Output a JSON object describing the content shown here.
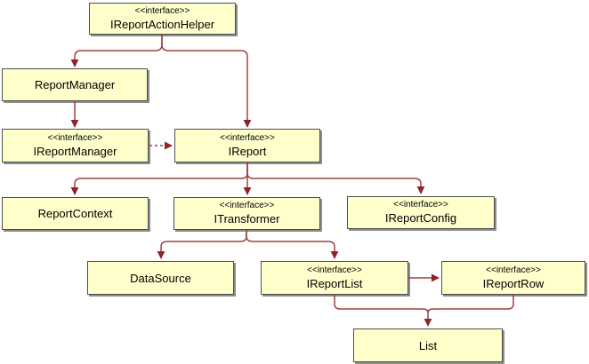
{
  "colors": {
    "background": "#ffffff",
    "node_fill": "#ffffcc",
    "node_border": "#4d4d4d",
    "edge": "#a04141",
    "arrowhead": "#8e2328"
  },
  "nodes": {
    "ireport_action_helper": {
      "stereotype": "<<interface>>",
      "name": "IReportActionHelper"
    },
    "report_manager": {
      "name": "ReportManager"
    },
    "ireport_manager": {
      "stereotype": "<<interface>>",
      "name": "IReportManager"
    },
    "ireport": {
      "stereotype": "<<interface>>",
      "name": "IReport"
    },
    "report_context": {
      "name": "ReportContext"
    },
    "itransformer": {
      "stereotype": "<<interface>>",
      "name": "ITransformer"
    },
    "ireport_config": {
      "stereotype": "<<interface>>",
      "name": "IReportConfig"
    },
    "data_source": {
      "name": "DataSource"
    },
    "ireport_list": {
      "stereotype": "<<interface>>",
      "name": "IReportList"
    },
    "ireport_row": {
      "stereotype": "<<interface>>",
      "name": "IReportRow"
    },
    "list": {
      "name": "List"
    }
  },
  "edges": [
    {
      "from": "IReportActionHelper",
      "to": "ReportManager",
      "style": "solid-arrow"
    },
    {
      "from": "IReportActionHelper",
      "to": "IReport",
      "style": "solid-arrow"
    },
    {
      "from": "ReportManager",
      "to": "IReportManager",
      "style": "solid-arrow"
    },
    {
      "from": "IReportManager",
      "to": "IReport",
      "style": "dashed-arrow"
    },
    {
      "from": "IReport",
      "to": "ReportContext",
      "style": "solid-arrow"
    },
    {
      "from": "IReport",
      "to": "ITransformer",
      "style": "solid-arrow"
    },
    {
      "from": "IReport",
      "to": "IReportConfig",
      "style": "solid-arrow"
    },
    {
      "from": "ITransformer",
      "to": "DataSource",
      "style": "solid-arrow"
    },
    {
      "from": "ITransformer",
      "to": "IReportList",
      "style": "solid-arrow"
    },
    {
      "from": "IReportList",
      "to": "IReportRow",
      "style": "solid-arrow"
    },
    {
      "from": "IReportList",
      "to": "List",
      "style": "solid-arrow"
    },
    {
      "from": "IReportRow",
      "to": "List",
      "style": "solid-arrow"
    }
  ]
}
